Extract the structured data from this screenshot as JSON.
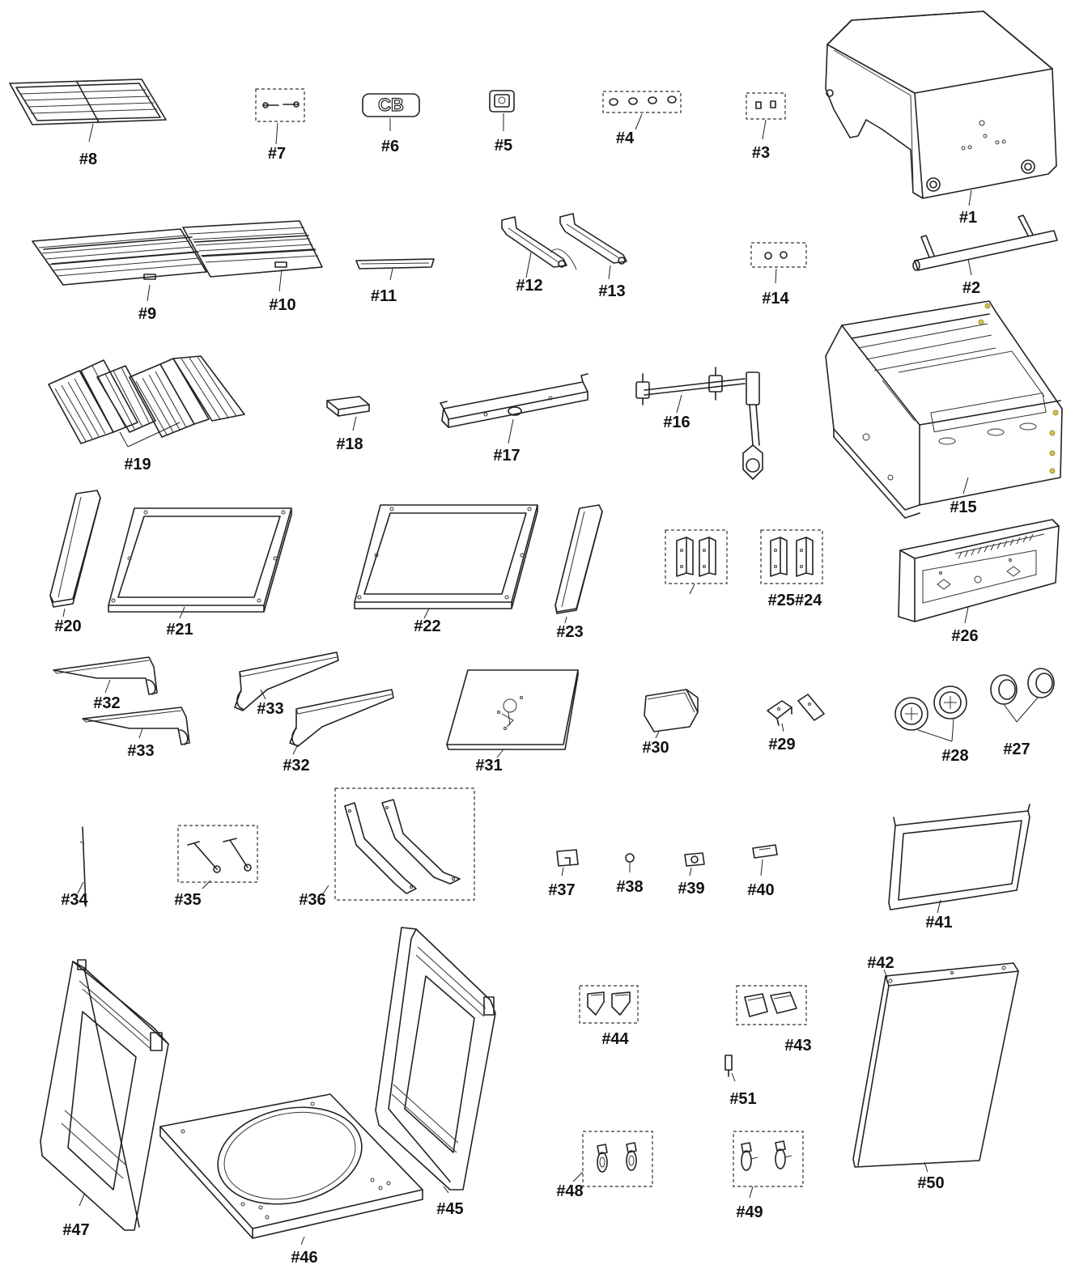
{
  "parts": {
    "p1": "#1",
    "p2": "#2",
    "p3": "#3",
    "p4": "#4",
    "p5": "#5",
    "p6": "#6",
    "p7": "#7",
    "p8": "#8",
    "p9": "#9",
    "p10": "#10",
    "p11": "#11",
    "p12": "#12",
    "p13": "#13",
    "p14": "#14",
    "p15": "#15",
    "p16": "#16",
    "p17": "#17",
    "p18": "#18",
    "p19": "#19",
    "p20": "#20",
    "p21": "#21",
    "p22": "#22",
    "p23": "#23",
    "p24_25": "#25#24",
    "p26": "#26",
    "p27": "#27",
    "p28": "#28",
    "p29": "#29",
    "p30": "#30",
    "p31": "#31",
    "p32a": "#32",
    "p32b": "#32",
    "p33a": "#33",
    "p33b": "#33",
    "p34": "#34",
    "p35": "#35",
    "p36": "#36",
    "p37": "#37",
    "p38": "#38",
    "p39": "#39",
    "p40": "#40",
    "p41": "#41",
    "p42": "#42",
    "p43": "#43",
    "p44": "#44",
    "p45": "#45",
    "p46": "#46",
    "p47": "#47",
    "p48": "#48",
    "p49": "#49",
    "p50": "#50",
    "p51": "#51"
  },
  "logo_text": "CB"
}
